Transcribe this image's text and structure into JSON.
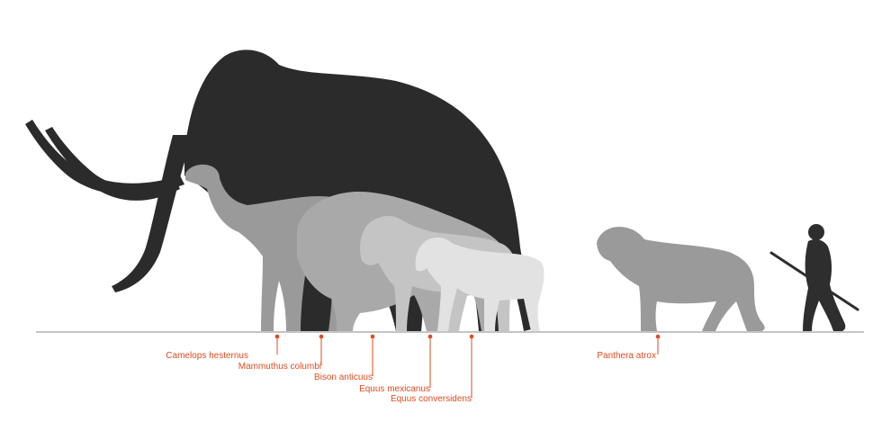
{
  "colors": {
    "mammoth": "#2b2b2b",
    "camel": "#9a9a9a",
    "bison": "#a9a9a9",
    "horse_mexicanus": "#c4c4c4",
    "horse_conversidens": "#e2e2e2",
    "lion": "#9a9a9a",
    "human": "#2e2e2e",
    "ground": "#8a8a8a",
    "label": "#e04a1f"
  },
  "animals": [
    {
      "id": "camel",
      "label": "Camelops hesternus",
      "icon": "camel-silhouette"
    },
    {
      "id": "mammoth",
      "label": "Mammuthus columbi",
      "icon": "mammoth-silhouette"
    },
    {
      "id": "bison",
      "label": "Bison anticuus",
      "icon": "bison-silhouette"
    },
    {
      "id": "horse_mexicanus",
      "label": "Equus mexicanus",
      "icon": "horse-silhouette"
    },
    {
      "id": "horse_conversidens",
      "label": "Equus conversidens",
      "icon": "horse-silhouette"
    },
    {
      "id": "lion",
      "label": "Panthera atrox",
      "icon": "lion-silhouette"
    },
    {
      "id": "human",
      "label": "",
      "icon": "human-with-spear-silhouette"
    }
  ]
}
